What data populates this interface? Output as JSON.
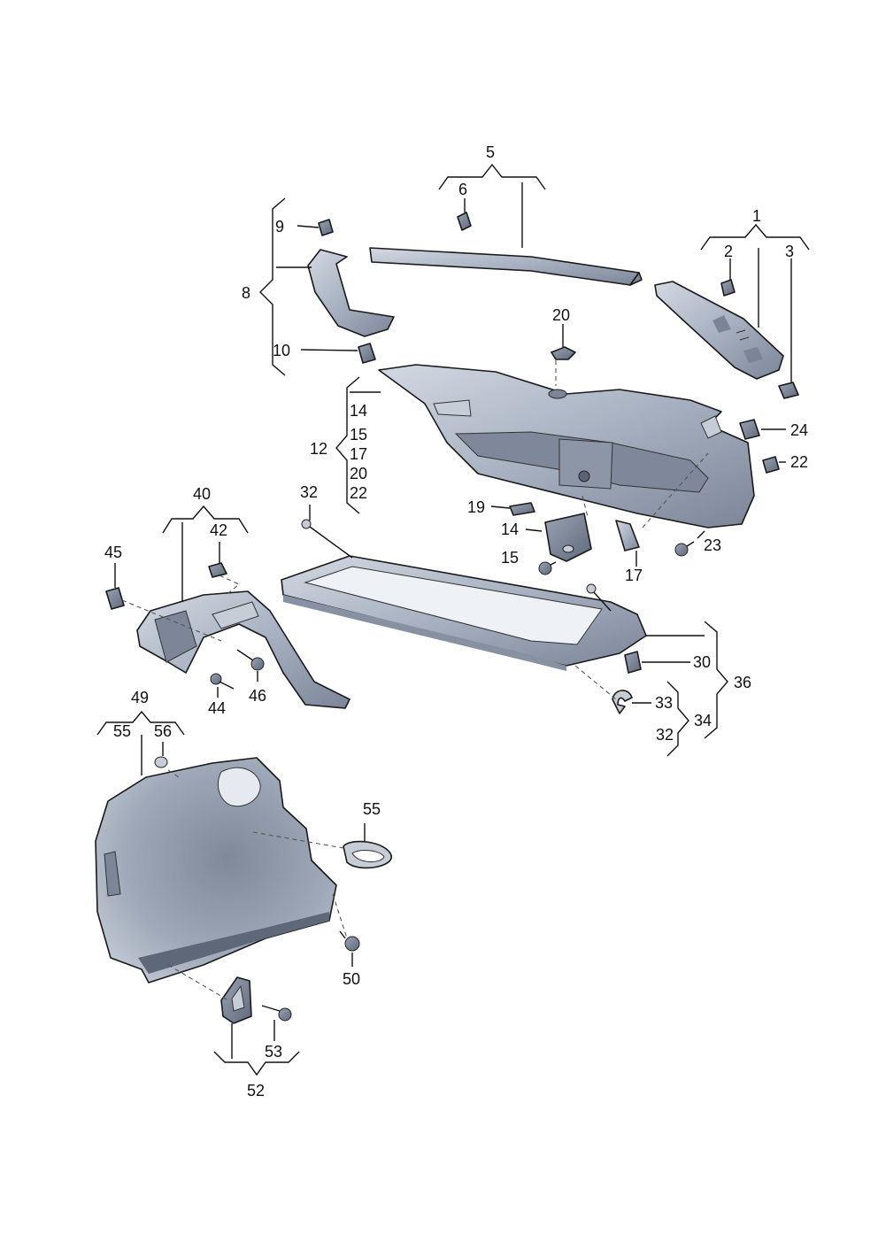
{
  "colors": {
    "part_fill": "#a9b3c2",
    "part_light": "#c9d0da",
    "part_dark": "#6d7788",
    "line": "#111111",
    "background": "#ffffff"
  },
  "callouts": {
    "c5": "5",
    "c6": "6",
    "c1": "1",
    "c2": "2",
    "c3": "3",
    "c9": "9",
    "c8": "8",
    "c10": "10",
    "c20_top": "20",
    "c24": "24",
    "c22_right": "22",
    "c14_brace": "14",
    "c12": "12",
    "c15_brace": "15",
    "c17_brace": "17",
    "c20_brace": "20",
    "c22_brace": "22",
    "c19": "19",
    "c14_part": "14",
    "c15_part": "15",
    "c17_part": "17",
    "c23": "23",
    "c32_top": "32",
    "c40": "40",
    "c42": "42",
    "c45": "45",
    "c44": "44",
    "c46": "46",
    "c30": "30",
    "c36": "36",
    "c33": "33",
    "c34": "34",
    "c32_brace": "32",
    "c49": "49",
    "c55_brace": "55",
    "c56": "56",
    "c55_part": "55",
    "c50": "50",
    "c53": "53",
    "c52": "52"
  }
}
